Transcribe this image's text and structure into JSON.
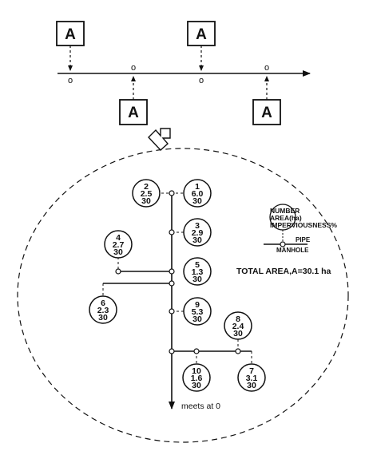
{
  "top_diagram": {
    "box_label": "A",
    "point_label": "o",
    "boxes_above": 2,
    "boxes_below": 2
  },
  "subcatchments": [
    {
      "number": "1",
      "area": "6.0",
      "imperv": "30"
    },
    {
      "number": "2",
      "area": "2.5",
      "imperv": "30"
    },
    {
      "number": "3",
      "area": "2.9",
      "imperv": "30"
    },
    {
      "number": "4",
      "area": "2.7",
      "imperv": "30"
    },
    {
      "number": "5",
      "area": "1.3",
      "imperv": "30"
    },
    {
      "number": "6",
      "area": "2.3",
      "imperv": "30"
    },
    {
      "number": "7",
      "area": "3.1",
      "imperv": "30"
    },
    {
      "number": "8",
      "area": "2.4",
      "imperv": "30"
    },
    {
      "number": "9",
      "area": "5.3",
      "imperv": "30"
    },
    {
      "number": "10",
      "area": "1.6",
      "imperv": "30"
    }
  ],
  "legend": {
    "number": "NUMBER",
    "area": "AREA(ha)",
    "imperviousness": "IMPERVIOUSNESS%",
    "pipe": "PIPE",
    "manhole": "MANHOLE"
  },
  "total_area": "TOTAL AREA,A=30.1 ha",
  "outlet_note": "meets at 0",
  "colors": {
    "ink": "#111111",
    "paper": "#ffffff"
  }
}
